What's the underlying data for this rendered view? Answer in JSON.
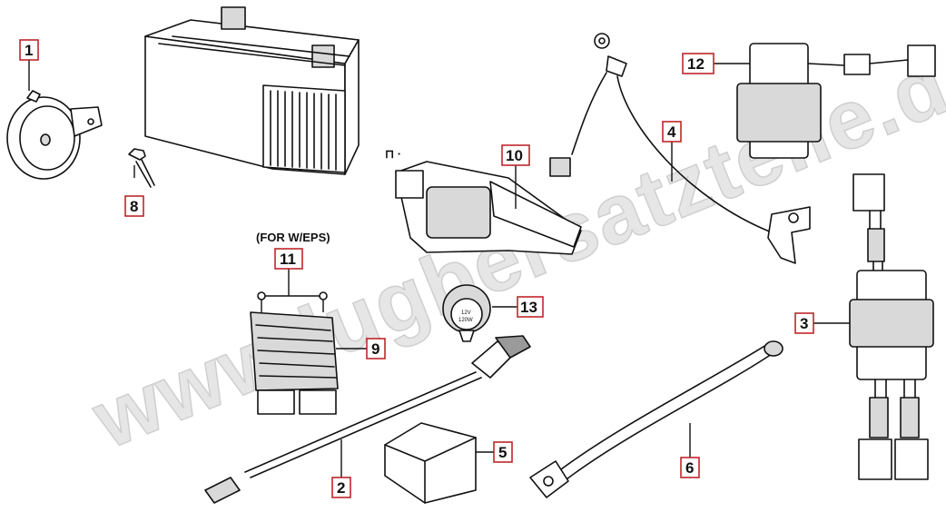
{
  "watermark": "www.lugbersatzteile.de",
  "note": "(FOR W/EPS)",
  "connector_mark": "⊓ ·",
  "part13_text": {
    "line1": "12V",
    "line2": "120W"
  },
  "callouts": [
    {
      "id": "1",
      "label": "1"
    },
    {
      "id": "2",
      "label": "2"
    },
    {
      "id": "3",
      "label": "3"
    },
    {
      "id": "4",
      "label": "4"
    },
    {
      "id": "5",
      "label": "5"
    },
    {
      "id": "6",
      "label": "6"
    },
    {
      "id": "8",
      "label": "8"
    },
    {
      "id": "9",
      "label": "9"
    },
    {
      "id": "10",
      "label": "10"
    },
    {
      "id": "11",
      "label": "11"
    },
    {
      "id": "12",
      "label": "12"
    },
    {
      "id": "13",
      "label": "13"
    }
  ],
  "colors": {
    "callout_border": "#c0262b",
    "watermark": "#e6e6e6",
    "line": "#111111"
  }
}
